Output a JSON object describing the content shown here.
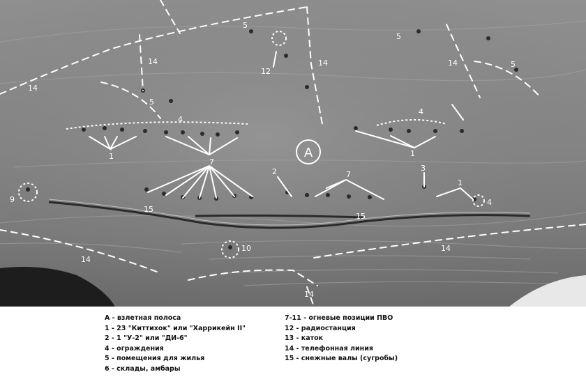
{
  "map": {
    "labels": {
      "runway": "A",
      "l1": "1",
      "l2": "2",
      "l3": "3",
      "l4": "4",
      "l5": "5",
      "l7": "7",
      "l9": "9",
      "l10": "10",
      "l12": "12",
      "l14": "14",
      "l15": "15"
    }
  },
  "legend": {
    "left": [
      "А - взлетная полоса",
      "1 - 23 \"Киттихок\" или \"Харрикейн II\"",
      "2 - 1 \"У-2\" или \"ДИ-6\"",
      "4 - ограждения",
      "5 - помещения для жилья",
      "6 - склады, амбары"
    ],
    "right": [
      "7-11 - огневые позиции ПВО",
      "12 - радиостанция",
      "13 - каток",
      "14 - телефонная линия",
      "15 - снежные валы (сугробы)"
    ]
  }
}
